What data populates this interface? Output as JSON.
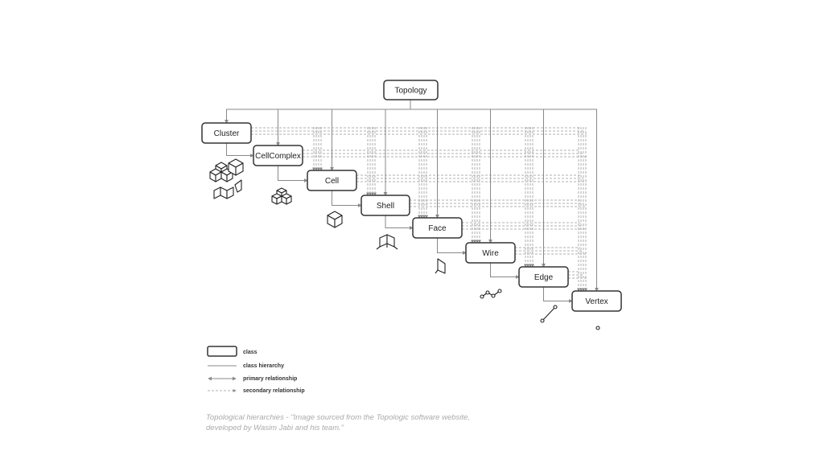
{
  "nodes": [
    {
      "id": "topology",
      "label": "Topology"
    },
    {
      "id": "cluster",
      "label": "Cluster"
    },
    {
      "id": "cellcomplex",
      "label": "CellComplex"
    },
    {
      "id": "cell",
      "label": "Cell"
    },
    {
      "id": "shell",
      "label": "Shell"
    },
    {
      "id": "face",
      "label": "Face"
    },
    {
      "id": "wire",
      "label": "Wire"
    },
    {
      "id": "edge",
      "label": "Edge"
    },
    {
      "id": "vertex",
      "label": "Vertex"
    }
  ],
  "icons": {
    "cluster": "cluster-cubes-icon",
    "cellcomplex": "cellcomplex-cubes-icon",
    "cell": "cube-icon",
    "shell": "open-shell-icon",
    "face": "face-icon",
    "wire": "wire-icon",
    "edge": "edge-icon",
    "vertex": "vertex-icon"
  },
  "legend": {
    "class": "class",
    "hierarchy": "class hierarchy",
    "primary": "primary relationship",
    "secondary": "secondary relationship"
  },
  "caption": {
    "line1": "Topological hierarchies - \"Image sourced from the Topologic software website,",
    "line2": "developed by Wasim Jabi and his team.\""
  },
  "colors": {
    "box_stroke": "#333333",
    "hierarchy_line": "#888888",
    "relationship_dash": "#999999",
    "caption": "#aaaaaa"
  }
}
